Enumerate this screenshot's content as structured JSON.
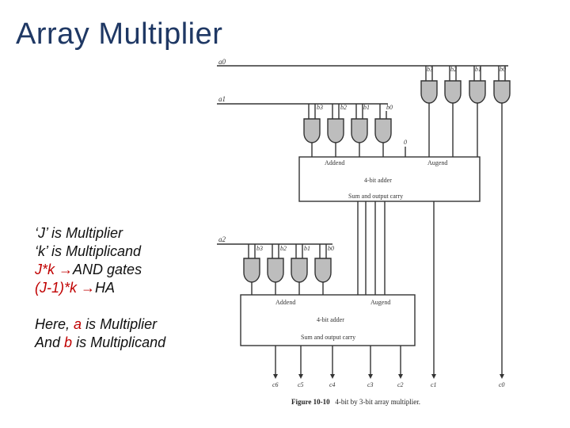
{
  "title": "Array Multiplier",
  "notes": {
    "line1": "‘J’ is Multiplier",
    "line2": "‘k’ is Multiplicand",
    "line3_prefix": "J*k",
    "line3_suffix": "AND gates",
    "line4_prefix": "(J-1)*k",
    "line4_suffix": "HA",
    "arrow_symbol": "→",
    "line5_a": "Here,",
    "line5_var": "a",
    "line5_b": "is Multiplier",
    "line6_a": "And",
    "line6_var": "b",
    "line6_b": "is Multiplicand"
  },
  "diagram": {
    "a0": "a0",
    "a1": "a1",
    "a2": "a2",
    "row1_b": [
      "b3",
      "b2",
      "b1",
      "b0"
    ],
    "row2_b": [
      "b3",
      "b2",
      "b1",
      "b0"
    ],
    "row3_b": [
      "b3",
      "b2",
      "b1",
      "b0"
    ],
    "zero": "0",
    "adder1": {
      "addend": "Addend",
      "augend": "Augend",
      "name": "4-bit adder",
      "output": "Sum and output carry"
    },
    "adder2": {
      "addend": "Addend",
      "augend": "Augend",
      "name": "4-bit adder",
      "output": "Sum and output carry"
    },
    "outputs": [
      "c6",
      "c5",
      "c4",
      "c3",
      "c2",
      "c1",
      "c0"
    ]
  },
  "caption": {
    "figure": "Figure 10-10",
    "text": "4-bit by 3-bit array multiplier."
  },
  "colors": {
    "title": "#1f3864",
    "accent_red": "#c00000",
    "gate_fill": "#bdbdbd"
  }
}
